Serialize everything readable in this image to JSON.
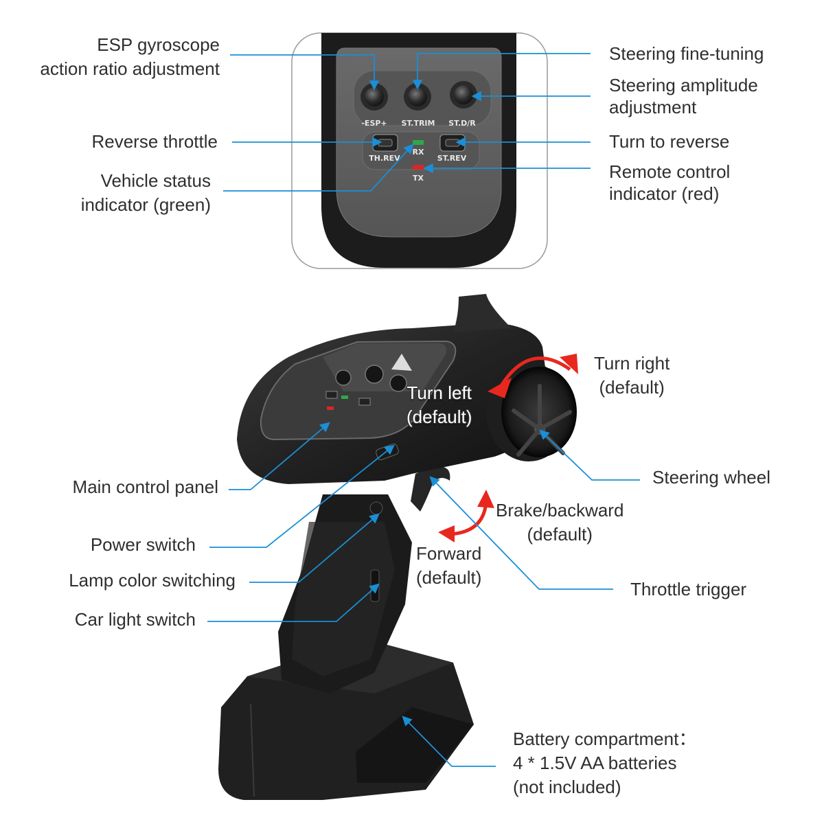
{
  "panel_labels": {
    "esp": "-ESP+",
    "st_trim": "ST.TRIM",
    "st_dr": "ST.D/R",
    "th_rev": "TH.REV",
    "st_rev": "ST.REV",
    "rx": "RX",
    "tx": "TX"
  },
  "callouts": {
    "esp_gyro": [
      "ESP gyroscope",
      "action ratio adjustment"
    ],
    "reverse_throttle": [
      "Reverse throttle"
    ],
    "vehicle_status": [
      "Vehicle status",
      "indicator (green)"
    ],
    "steering_fine_tuning": [
      "Steering fine-tuning"
    ],
    "steering_amplitude": [
      "Steering amplitude",
      "adjustment"
    ],
    "turn_to_reverse": [
      "Turn to reverse"
    ],
    "remote_indicator": [
      "Remote control",
      "indicator (red)"
    ],
    "turn_right": [
      "Turn right",
      "(default)"
    ],
    "turn_left": [
      "Turn left",
      "(default)"
    ],
    "steering_wheel": [
      "Steering wheel"
    ],
    "main_control_panel": [
      "Main control panel"
    ],
    "brake_backward": [
      "Brake/backward",
      "(default)"
    ],
    "power_switch": [
      "Power switch"
    ],
    "forward": [
      "Forward",
      "(default)"
    ],
    "lamp_color": [
      "Lamp color switching"
    ],
    "throttle_trigger": [
      "Throttle trigger"
    ],
    "car_light_switch": [
      "Car light switch"
    ],
    "battery": [
      "Battery compartment：",
      "4 * 1.5V AA batteries",
      "(not included)"
    ]
  },
  "colors": {
    "leader_line": "#1a8fd6",
    "motion_arrow": "#e8281e",
    "rx_led": "#2ea84a",
    "tx_led": "#d8262a",
    "body_dark": "#222222",
    "panel_gray": "#5d5d5d"
  }
}
